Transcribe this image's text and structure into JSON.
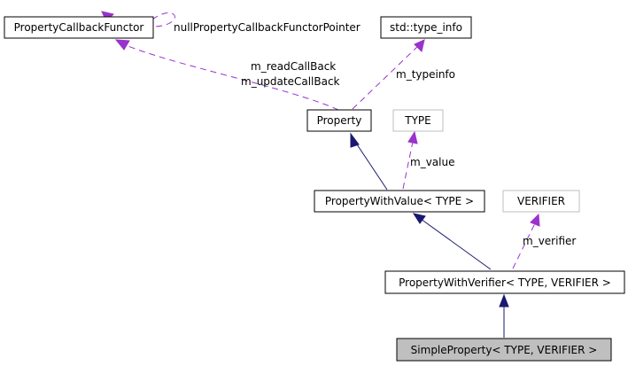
{
  "nodes": {
    "property_callback_functor": "PropertyCallbackFunctor",
    "type_info": "std::type_info",
    "property": "Property",
    "type": "TYPE",
    "property_with_value": "PropertyWithValue< TYPE >",
    "verifier": "VERIFIER",
    "property_with_verifier": "PropertyWithVerifier< TYPE, VERIFIER >",
    "simple_property": "SimpleProperty< TYPE, VERIFIER >"
  },
  "edge_labels": {
    "null_pointer": "nullPropertyCallbackFunctorPointer",
    "read_callback": "m_readCallBack",
    "update_callback": "m_updateCallBack",
    "typeinfo": "m_typeinfo",
    "value": "m_value",
    "verifier_member": "m_verifier"
  },
  "colors": {
    "inheritance": "#191970",
    "usage": "#9a32cd",
    "template_border": "#bfbfbf",
    "highlight_fill": "#bfbfbf"
  }
}
